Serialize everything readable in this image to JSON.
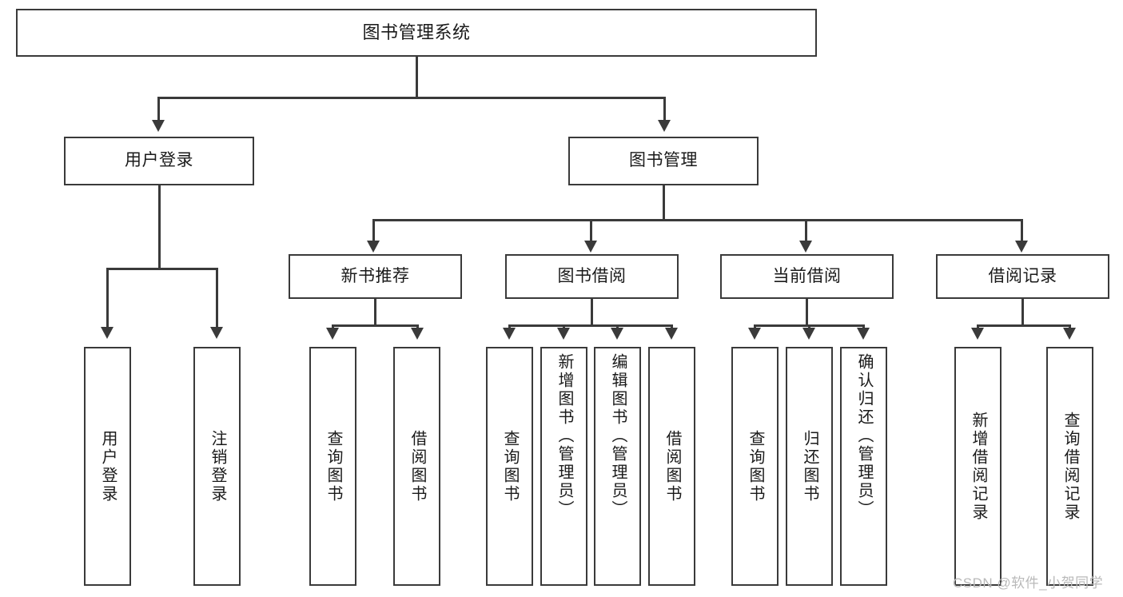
{
  "diagram": {
    "title": "图书管理系统",
    "type": "hierarchy-tree",
    "root": {
      "id": "root",
      "label": "图书管理系统"
    },
    "level2": [
      {
        "id": "user-login",
        "label": "用户登录"
      },
      {
        "id": "book-management",
        "label": "图书管理"
      }
    ],
    "level3": [
      {
        "id": "new-book-recommend",
        "label": "新书推荐",
        "parent": "book-management"
      },
      {
        "id": "book-borrow",
        "label": "图书借阅",
        "parent": "book-management"
      },
      {
        "id": "current-borrow",
        "label": "当前借阅",
        "parent": "book-management"
      },
      {
        "id": "borrow-record",
        "label": "借阅记录",
        "parent": "book-management"
      }
    ],
    "leaves": [
      {
        "id": "leaf-user-login",
        "label": "用户登录",
        "parent": "user-login"
      },
      {
        "id": "leaf-logout-login",
        "label": "注销登录",
        "parent": "user-login"
      },
      {
        "id": "leaf-query-book-1",
        "label": "查询图书",
        "parent": "new-book-recommend"
      },
      {
        "id": "leaf-borrow-book-1",
        "label": "借阅图书",
        "parent": "new-book-recommend"
      },
      {
        "id": "leaf-query-book-2",
        "label": "查询图书",
        "parent": "book-borrow"
      },
      {
        "id": "leaf-add-book",
        "label": "新增图书（管理员）",
        "parent": "book-borrow"
      },
      {
        "id": "leaf-edit-book",
        "label": "编辑图书（管理员）",
        "parent": "book-borrow"
      },
      {
        "id": "leaf-borrow-book-2",
        "label": "借阅图书",
        "parent": "book-borrow"
      },
      {
        "id": "leaf-query-book-3",
        "label": "查询图书",
        "parent": "current-borrow"
      },
      {
        "id": "leaf-return-book",
        "label": "归还图书",
        "parent": "current-borrow"
      },
      {
        "id": "leaf-confirm-return",
        "label": "确认归还（管理员）",
        "parent": "current-borrow"
      },
      {
        "id": "leaf-add-record",
        "label": "新增借阅记录",
        "parent": "borrow-record"
      },
      {
        "id": "leaf-query-record",
        "label": "查询借阅记录",
        "parent": "borrow-record"
      }
    ],
    "watermark": "CSDN @软件_小贺同学",
    "colors": {
      "stroke": "#3a3a3a",
      "background": "#ffffff",
      "text": "#1a1a1a",
      "watermark": "#b9b9b9"
    }
  }
}
